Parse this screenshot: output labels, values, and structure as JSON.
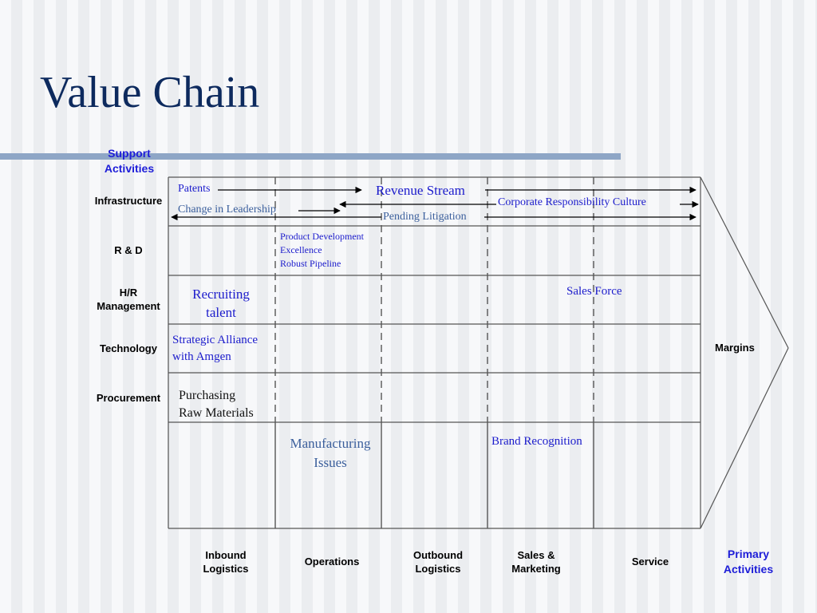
{
  "slide": {
    "title": "Value Chain",
    "support_heading": [
      "Support",
      "Activities"
    ],
    "primary_heading": [
      "Primary",
      "Activities"
    ],
    "margins_label": "Margins"
  },
  "support_rows": [
    {
      "label": [
        "Infrastructure"
      ]
    },
    {
      "label": [
        "R & D"
      ]
    },
    {
      "label": [
        "H/R",
        "Management"
      ]
    },
    {
      "label": [
        "Technology"
      ]
    },
    {
      "label": [
        "Procurement"
      ]
    }
  ],
  "primary_columns": [
    {
      "label": [
        "Inbound",
        "Logistics"
      ]
    },
    {
      "label": [
        "Operations"
      ]
    },
    {
      "label": [
        "Outbound",
        "Logistics"
      ]
    },
    {
      "label": [
        "Sales &",
        "Marketing"
      ]
    },
    {
      "label": [
        "Service"
      ]
    }
  ],
  "notes": {
    "patents": "Patents",
    "revenue_stream": "Revenue Stream",
    "corporate_responsibility": "Corporate Responsibility Culture",
    "change_in_leadership": "Change in Leadership",
    "pending_litigation": "Pending Litigation",
    "product_development": [
      "Product Development",
      "Excellence",
      "Robust Pipeline"
    ],
    "recruiting_talent": [
      "Recruiting",
      "talent"
    ],
    "sales_force": "Sales Force",
    "strategic_alliance": [
      "Strategic Alliance",
      "with Amgen"
    ],
    "purchasing": [
      "Purchasing",
      "Raw Materials"
    ],
    "manufacturing_issues": [
      "Manufacturing",
      "Issues"
    ],
    "brand_recognition": "Brand Recognition"
  },
  "colors": {
    "title": "#0d2a5e",
    "heading_blue": "#1d1dd8",
    "note_blue": "#1c1ccc",
    "note_steel": "#3b5f9c",
    "rule": "#8ea6c6"
  }
}
